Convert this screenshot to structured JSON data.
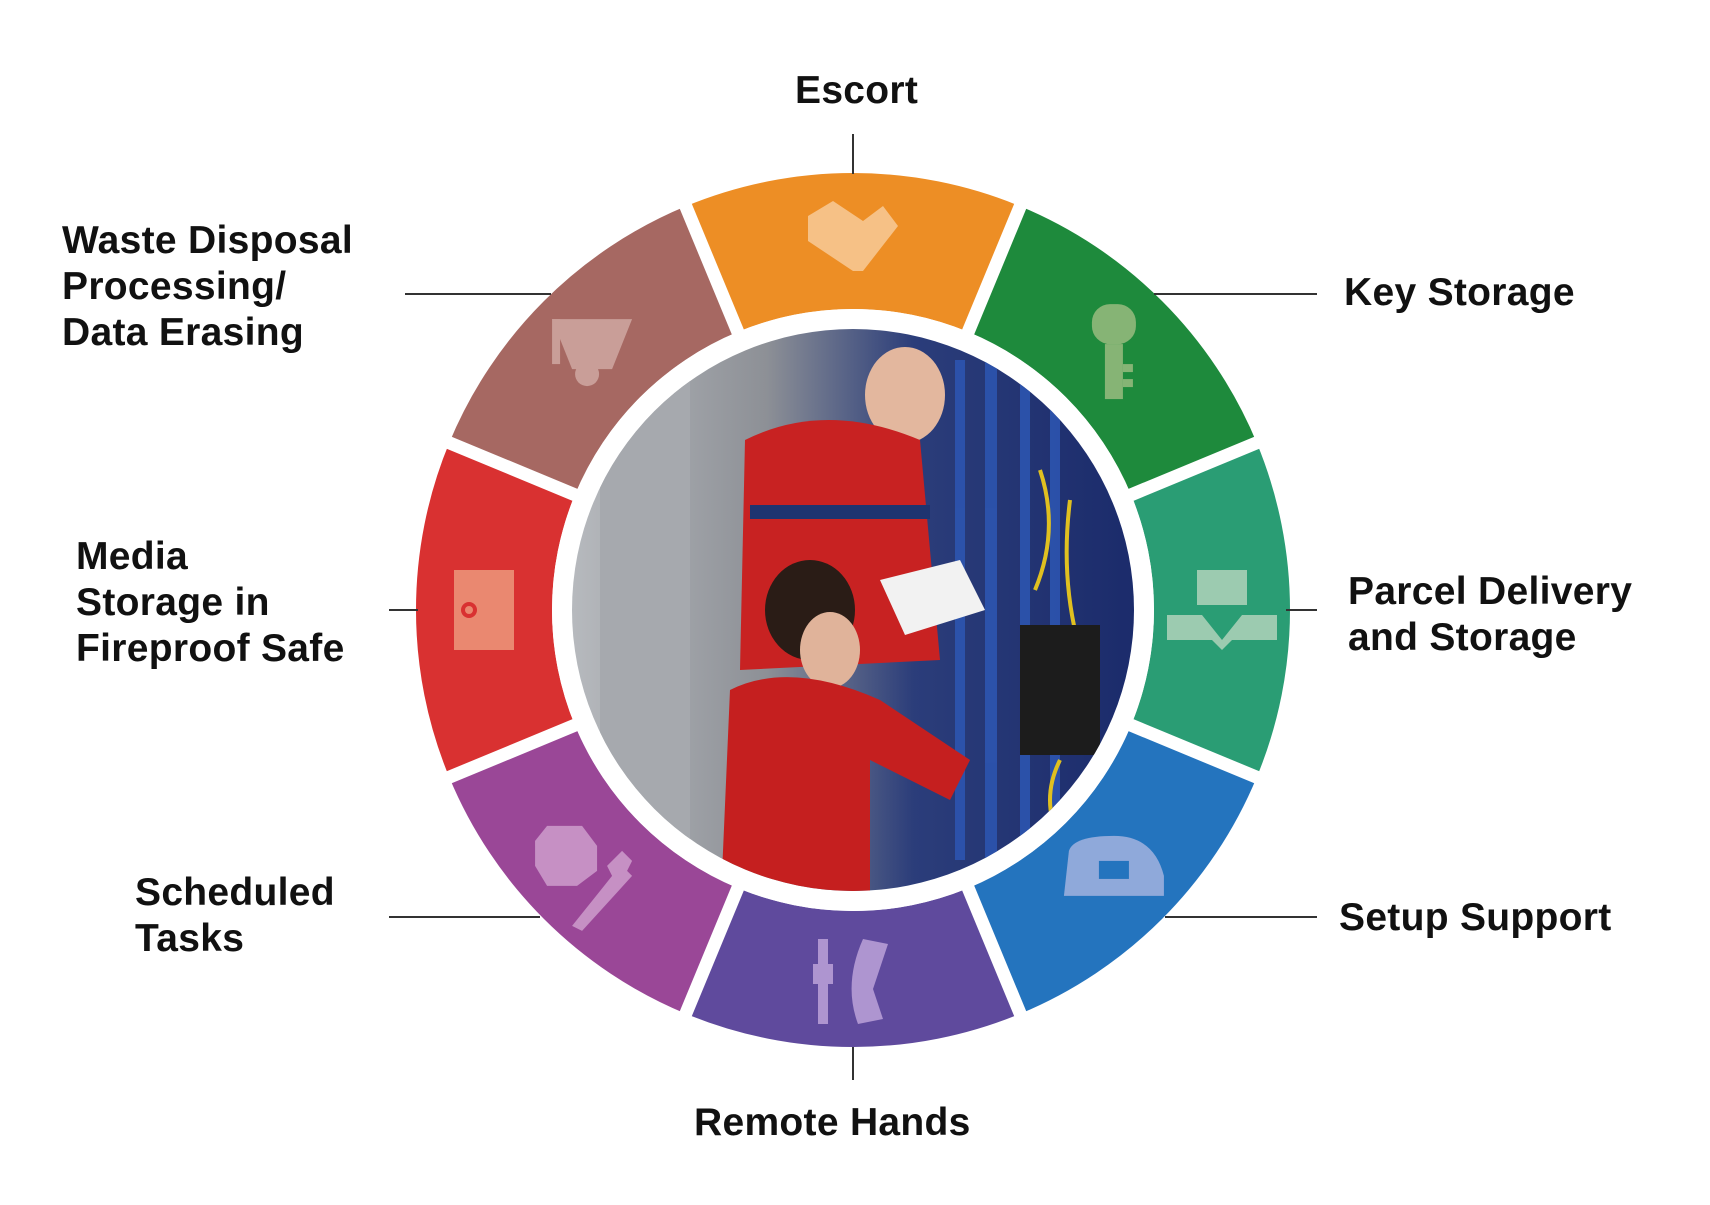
{
  "title": "Service wheel",
  "segments": [
    {
      "label": "Escort",
      "color": "#ED8E25",
      "icon_color": "#F6C186",
      "icon": "handshake-icon"
    },
    {
      "label": "Key Storage",
      "color": "#1E8A3C",
      "icon_color": "#86B475",
      "icon": "key-icon"
    },
    {
      "label": "Parcel Delivery and Storage",
      "color": "#2A9D74",
      "icon_color": "#9CCBB0",
      "icon": "parcel-icon"
    },
    {
      "label": "Setup Support",
      "color": "#2474BE",
      "icon_color": "#8FA9DA",
      "icon": "helmet-icon"
    },
    {
      "label": "Remote Hands",
      "color": "#5F4A9D",
      "icon_color": "#AE95D0",
      "icon": "tools-phone-icon"
    },
    {
      "label": "Scheduled Tasks",
      "color": "#9A4797",
      "icon_color": "#C690C4",
      "icon": "clock-wrench-icon"
    },
    {
      "label": "Media Storage in Fireproof Safe",
      "color": "#D93131",
      "icon_color": "#EA8870",
      "icon": "safe-icon"
    },
    {
      "label": "Waste Disposal Processing/ Data Erasing",
      "color": "#A66862",
      "icon_color": "#C99E98",
      "icon": "cart-icon"
    }
  ],
  "labels": {
    "escort": "Escort",
    "key": "Key Storage",
    "parcel": [
      "Parcel Delivery",
      "and Storage"
    ],
    "setup": "Setup Support",
    "remote": "Remote Hands",
    "scheduled": [
      "Scheduled",
      "Tasks"
    ],
    "media": [
      "Media",
      "Storage in",
      "Fireproof Safe"
    ],
    "waste": [
      "Waste Disposal",
      "Processing/",
      "Data Erasing"
    ]
  }
}
